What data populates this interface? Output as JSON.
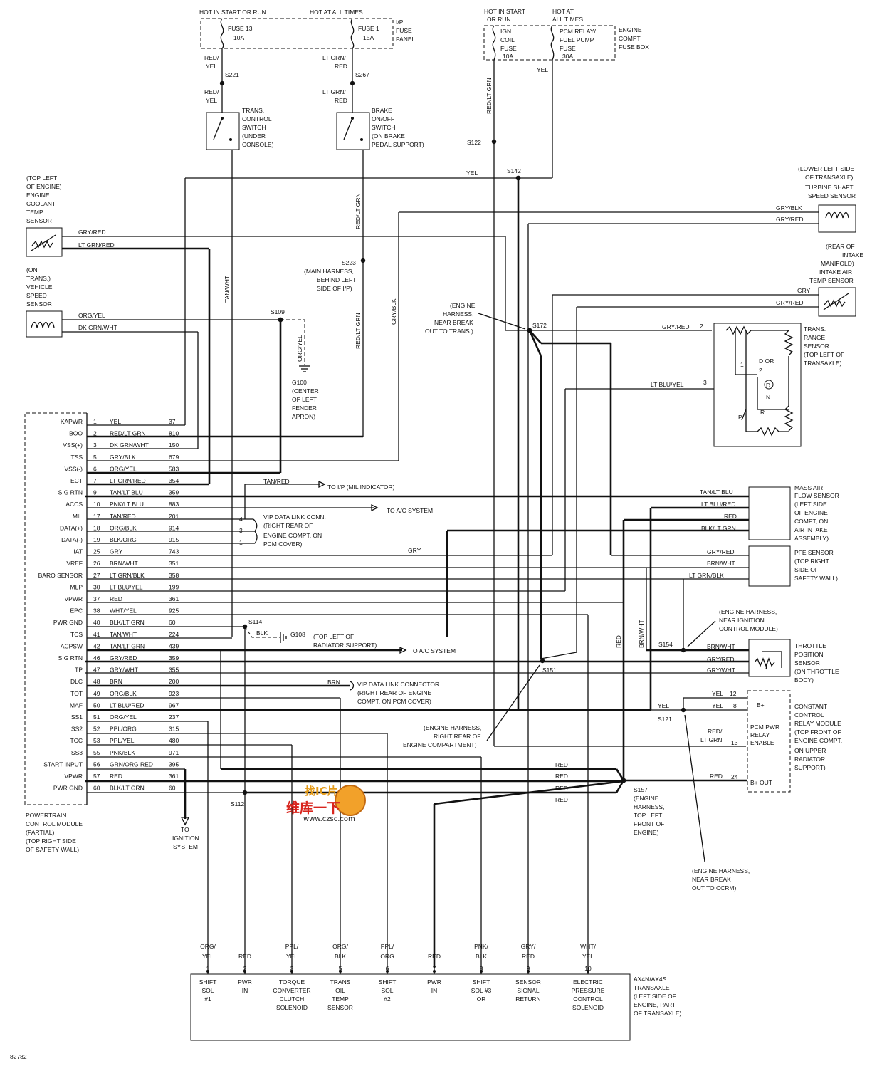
{
  "fuse_panel": {
    "hot_start_run": "HOT IN START OR RUN",
    "hot_all_times": "HOT AT ALL TIMES",
    "fuse13": "FUSE 13",
    "fuse13_amps": "10A",
    "fuse1": "FUSE 1",
    "fuse1_amps": "15A",
    "panel_label": [
      "I/P",
      "FUSE",
      "PANEL"
    ]
  },
  "engine_fuse_box": {
    "hot_start_run": [
      "HOT IN START",
      "OR RUN"
    ],
    "hot_all_times": [
      "HOT AT",
      "ALL TIMES"
    ],
    "ign_fuse": [
      "IGN",
      "COIL",
      "FUSE",
      "10A"
    ],
    "pcm_fuse": [
      "PCM RELAY/",
      "FUEL PUMP",
      "FUSE",
      "30A"
    ],
    "box_label": [
      "ENGINE",
      "COMPT",
      "FUSE BOX"
    ]
  },
  "components": {
    "trans_switch": [
      "TRANS.",
      "CONTROL",
      "SWITCH",
      "(UNDER",
      "CONSOLE)"
    ],
    "brake_switch": [
      "BRAKE",
      "ON/OFF",
      "SWITCH",
      "(ON BRAKE",
      "PEDAL SUPPORT)"
    ],
    "ect_sensor": [
      "(TOP LEFT",
      "OF ENGINE)",
      "ENGINE",
      "COOLANT",
      "TEMP.",
      "SENSOR"
    ],
    "vss_sensor": [
      "(ON",
      "TRANS.)",
      "VEHICLE",
      "SPEED",
      "SENSOR"
    ],
    "turbine_sensor": [
      "(LOWER LEFT SIDE",
      "OF TRANSAXLE)",
      "TURBINE SHAFT",
      "SPEED SENSOR"
    ],
    "iat_sensor": [
      "(REAR OF",
      "INTAKE",
      "MANIFOLD)",
      "INTAKE AIR",
      "TEMP SENSOR"
    ],
    "trs_sensor": [
      "TRANS.",
      "RANGE",
      "SENSOR",
      "(TOP LEFT OF",
      "TRANSAXLE)"
    ],
    "maf_sensor": [
      "MASS AIR",
      "FLOW SENSOR",
      "(LEFT SIDE",
      "OF ENGINE",
      "COMPT, ON",
      "AIR INTAKE",
      "ASSEMBLY)"
    ],
    "pfe_sensor": [
      "PFE SENSOR",
      "(TOP RIGHT",
      "SIDE OF",
      "SAFETY WALL)"
    ],
    "tp_sensor": [
      "THROTTLE",
      "POSITION",
      "SENSOR",
      "(ON THROTTLE",
      "BODY)"
    ],
    "ccrm": [
      "CONSTANT",
      "CONTROL",
      "RELAY MODULE",
      "(TOP FRONT OF",
      "ENGINE COMPT,",
      "ON UPPER",
      "RADIATOR",
      "SUPPORT)"
    ],
    "pcm": [
      "POWERTRAIN",
      "CONTROL MODULE",
      "(PARTIAL)",
      "(TOP RIGHT SIDE",
      "OF SAFETY WALL)"
    ],
    "transaxle": [
      "AX4N/AX4S",
      "TRANSAXLE",
      "(LEFT SIDE OF",
      "ENGINE, PART",
      "OF TRANSAXLE)"
    ]
  },
  "trs_positions": [
    "D OR",
    "2",
    "D",
    "N",
    "R",
    "P",
    "1"
  ],
  "trs_pins": [
    "2",
    "3"
  ],
  "ccrm_labels": [
    "B+",
    "PCM PWR",
    "RELAY",
    "ENABLE",
    "B+ OUT"
  ],
  "ccrm_pins": [
    "12",
    "8",
    "13",
    "24"
  ],
  "splices": {
    "s221": "S221",
    "s267": "S267",
    "s122": "S122",
    "s142": "S142",
    "s223": "S223",
    "s223_note": [
      "(MAIN HARNESS,",
      "BEHIND LEFT",
      "SIDE OF I/P)"
    ],
    "s109": "S109",
    "s172": "S172",
    "s114": "S114",
    "s112": "S112",
    "s154": "S154",
    "s151": "S151",
    "s121": "S121",
    "s157": "S157",
    "s157_note": [
      "(ENGINE",
      "HARNESS,",
      "TOP LEFT",
      "FRONT OF",
      "ENGINE)"
    ]
  },
  "grounds": {
    "g100": "G100",
    "g100_note": [
      "(CENTER",
      "OF LEFT",
      "FENDER",
      "APRON)"
    ],
    "g108": "G108",
    "g108_note": [
      "(TOP LEFT OF",
      "RADIATOR SUPPORT)"
    ]
  },
  "notes": {
    "harness_trans": [
      "(ENGINE",
      "HARNESS,",
      "NEAR BREAK",
      "OUT TO TRANS.)"
    ],
    "harness_ignition": [
      "(ENGINE HARNESS,",
      "NEAR IGNITION",
      "CONTROL MODULE)"
    ],
    "harness_rear": [
      "(ENGINE HARNESS,",
      "RIGHT REAR OF",
      "ENGINE COMPARTMENT)"
    ],
    "harness_ccrm": [
      "(ENGINE HARNESS,",
      "NEAR BREAK",
      "OUT TO CCRM)"
    ],
    "dlc1": [
      "VIP DATA LINK CONN.",
      "(RIGHT REAR OF",
      "ENGINE COMPT, ON",
      "PCM COVER)"
    ],
    "dlc2": [
      "VIP DATA LINK CONNECTOR",
      "(RIGHT REAR OF ENGINE",
      "COMPT, ON PCM COVER)"
    ],
    "dlc1_pins": [
      "4",
      "3",
      "1"
    ],
    "to_mil": "TO I/P (MIL INDICATOR)",
    "to_ac1": "TO A/C SYSTEM",
    "to_ac2": "TO A/C SYSTEM",
    "to_ignition": [
      "TO",
      "IGNITION",
      "SYSTEM"
    ],
    "figure_id": "82782"
  },
  "wire_labels": {
    "red_yel": [
      "RED/",
      "YEL"
    ],
    "ltgrn_red": [
      "LT GRN/",
      "RED"
    ],
    "red_ltgrn": "RED/LT GRN",
    "yel": "YEL",
    "gry_red": "GRY/RED",
    "ltgrn_red_ect": "LT GRN/RED",
    "org_yel": "ORG/YEL",
    "dkgrn_wht": "DK GRN/WHT",
    "tan_wht": "TAN/WHT",
    "gry_blk": "GRY/BLK",
    "gry": "GRY",
    "ltblu_yel": "LT BLU/YEL",
    "tan_red": "TAN/RED",
    "blk": "BLK",
    "red": "RED",
    "brn": "BRN",
    "brn_wht": "BRN/WHT",
    "tan_ltblu": "TAN/LT BLU",
    "ltblu_red": "LT BLU/RED",
    "blk_ltgrn": "BLK/LT GRN",
    "ltgrn_blk": "LT GRN/BLK",
    "gry_wht": "GRY/WHT",
    "red_ltgrn_ccrm": [
      "RED/",
      "LT GRN"
    ]
  },
  "pcm_pins": [
    {
      "name": "KAPWR",
      "pin": "1",
      "color": "YEL",
      "circuit": "37"
    },
    {
      "name": "BOO",
      "pin": "2",
      "color": "RED/LT GRN",
      "circuit": "810"
    },
    {
      "name": "VSS(+)",
      "pin": "3",
      "color": "DK GRN/WHT",
      "circuit": "150"
    },
    {
      "name": "TSS",
      "pin": "5",
      "color": "GRY/BLK",
      "circuit": "679"
    },
    {
      "name": "VSS(-)",
      "pin": "6",
      "color": "ORG/YEL",
      "circuit": "583"
    },
    {
      "name": "ECT",
      "pin": "7",
      "color": "LT GRN/RED",
      "circuit": "354"
    },
    {
      "name": "SIG RTN",
      "pin": "9",
      "color": "TAN/LT BLU",
      "circuit": "359"
    },
    {
      "name": "ACCS",
      "pin": "10",
      "color": "PNK/LT BLU",
      "circuit": "883"
    },
    {
      "name": "MIL",
      "pin": "17",
      "color": "TAN/RED",
      "circuit": "201"
    },
    {
      "name": "DATA(+)",
      "pin": "18",
      "color": "ORG/BLK",
      "circuit": "914"
    },
    {
      "name": "DATA(-)",
      "pin": "19",
      "color": "BLK/ORG",
      "circuit": "915"
    },
    {
      "name": "IAT",
      "pin": "25",
      "color": "GRY",
      "circuit": "743"
    },
    {
      "name": "VREF",
      "pin": "26",
      "color": "BRN/WHT",
      "circuit": "351"
    },
    {
      "name": "BARO SENSOR",
      "pin": "27",
      "color": "LT GRN/BLK",
      "circuit": "358"
    },
    {
      "name": "MLP",
      "pin": "30",
      "color": "LT BLU/YEL",
      "circuit": "199"
    },
    {
      "name": "VPWR",
      "pin": "37",
      "color": "RED",
      "circuit": "361"
    },
    {
      "name": "EPC",
      "pin": "38",
      "color": "WHT/YEL",
      "circuit": "925"
    },
    {
      "name": "PWR GND",
      "pin": "40",
      "color": "BLK/LT GRN",
      "circuit": "60"
    },
    {
      "name": "TCS",
      "pin": "41",
      "color": "TAN/WHT",
      "circuit": "224"
    },
    {
      "name": "ACPSW",
      "pin": "42",
      "color": "TAN/LT GRN",
      "circuit": "439"
    },
    {
      "name": "SIG RTN",
      "pin": "46",
      "color": "GRY/RED",
      "circuit": "359"
    },
    {
      "name": "TP",
      "pin": "47",
      "color": "GRY/WHT",
      "circuit": "355"
    },
    {
      "name": "DLC",
      "pin": "48",
      "color": "BRN",
      "circuit": "200"
    },
    {
      "name": "TOT",
      "pin": "49",
      "color": "ORG/BLK",
      "circuit": "923"
    },
    {
      "name": "MAF",
      "pin": "50",
      "color": "LT BLU/RED",
      "circuit": "967"
    },
    {
      "name": "SS1",
      "pin": "51",
      "color": "ORG/YEL",
      "circuit": "237"
    },
    {
      "name": "SS2",
      "pin": "52",
      "color": "PPL/ORG",
      "circuit": "315"
    },
    {
      "name": "TCC",
      "pin": "53",
      "color": "PPL/YEL",
      "circuit": "480"
    },
    {
      "name": "SS3",
      "pin": "55",
      "color": "PNK/BLK",
      "circuit": "971"
    },
    {
      "name": "START INPUT",
      "pin": "56",
      "color": "GRN/ORG RED",
      "circuit": "395"
    },
    {
      "name": "VPWR",
      "pin": "57",
      "color": "RED",
      "circuit": "361"
    },
    {
      "name": "PWR GND",
      "pin": "60",
      "color": "BLK/LT GRN",
      "circuit": "60"
    }
  ],
  "transaxle_pins": [
    {
      "color": [
        "ORG/",
        "YEL"
      ],
      "pin": "1",
      "label": [
        "SHIFT",
        "SOL",
        "#1"
      ]
    },
    {
      "color": [
        "",
        "RED"
      ],
      "pin": "2",
      "label": [
        "PWR",
        "IN"
      ]
    },
    {
      "color": [
        "PPL/",
        "YEL"
      ],
      "pin": "3",
      "label": [
        "TORQUE",
        "CONVERTER",
        "CLUTCH",
        "SOLENOID"
      ]
    },
    {
      "color": [
        "ORG/",
        "BLK"
      ],
      "pin": "5",
      "label": [
        "TRANS",
        "OIL",
        "TEMP",
        "SENSOR"
      ]
    },
    {
      "color": [
        "PPL/",
        "ORG"
      ],
      "pin": "6",
      "label": [
        "SHIFT",
        "SOL",
        "#2"
      ]
    },
    {
      "color": [
        "",
        "RED"
      ],
      "pin": "7",
      "label": [
        "PWR",
        "IN"
      ]
    },
    {
      "color": [
        "PNK/",
        "BLK"
      ],
      "pin": "8",
      "label": [
        "SHIFT",
        "SOL #3",
        "OR"
      ]
    },
    {
      "color": [
        "GRY/",
        "RED"
      ],
      "pin": "9",
      "label": [
        "SENSOR",
        "SIGNAL",
        "RETURN"
      ]
    },
    {
      "color": [
        "WHT/",
        "YEL"
      ],
      "pin": "10",
      "label": [
        "ELECTRIC",
        "PRESSURE",
        "CONTROL",
        "SOLENOID"
      ]
    }
  ],
  "watermark": {
    "top": "找IC片",
    "main": "维库一下",
    "url": "www.czsc.com"
  }
}
